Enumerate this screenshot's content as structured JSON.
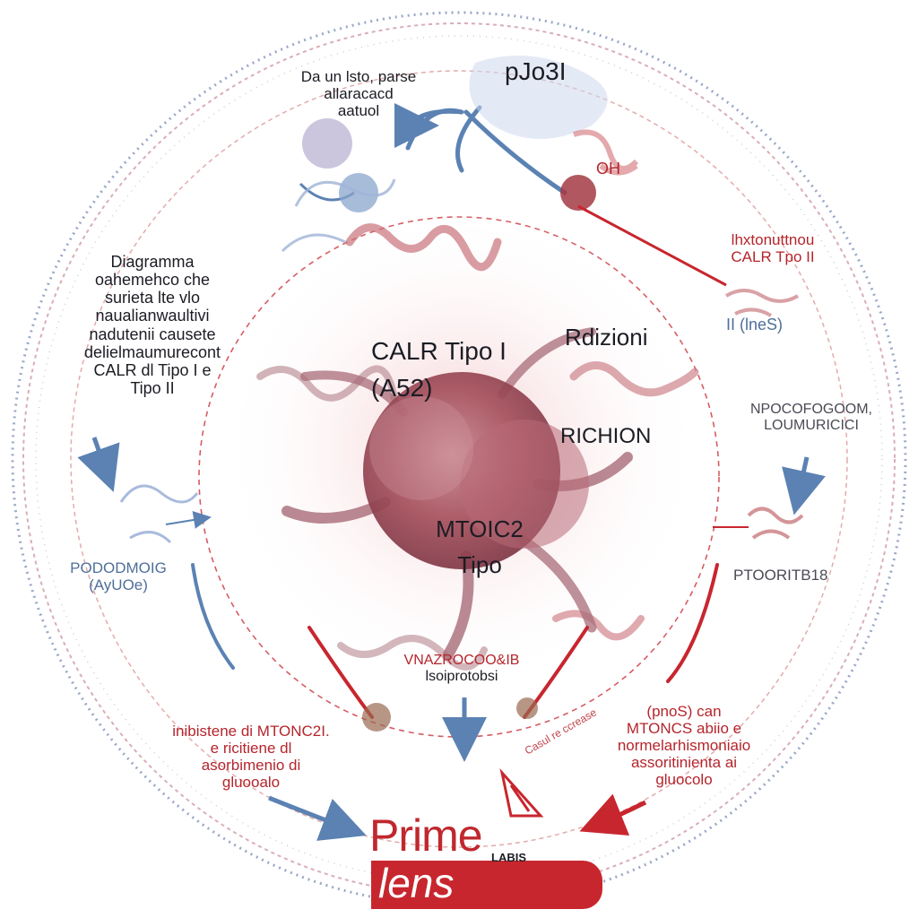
{
  "diagram": {
    "colors": {
      "red": "#c8262e",
      "blue": "#5b82b3",
      "dark": "#1c1c24",
      "ring": "#9aa8c9",
      "cell": "#b8646e"
    },
    "title": [
      "Diagramma",
      "oahemehco  che",
      "surieta lte vlo",
      "naualianwaultivi",
      "nadutenii  causete",
      "delielmaumurecont",
      "CALR dl Tipo I e",
      "Tipo II"
    ],
    "top_left": [
      "Da un lsto,  parse",
      "allaracacd",
      "aatuol"
    ],
    "top_right_title": "pJo3I",
    "top_right_text": "OH",
    "right_red": [
      "lhxtonuttnou",
      "CALR Tpo II"
    ],
    "right_blue": "II (lneS)",
    "right_mid": [
      "NPOCOFOGOOM,",
      "LOUMURICICI"
    ],
    "right_lower": "PTOORITB18",
    "left_lower": [
      "PODODMOIG",
      "(AyUOe)"
    ],
    "center": {
      "type1": [
        "CALR Tipo I",
        "(A52)"
      ],
      "add": "Rdizioni",
      "rich": "RICHION",
      "mito": [
        "MTOIC2",
        "Tipo"
      ]
    },
    "bottom_center": [
      "VNAZROCOO&IB",
      "lsoiprotobsi"
    ],
    "bottom_left": [
      "inibistene di MTONC2I.",
      "e ricitiene dl",
      "asorbimenio di",
      "gluooalo"
    ],
    "bottom_right": [
      "(pnoS) can",
      "MTONCS abiio e",
      "normelarhismoniaio",
      "assoritinienta ai",
      "gluocolo"
    ],
    "bottom_small_right": "Casul re ccrease",
    "brand": {
      "part_a": "Prime",
      "part_b": "lens",
      "sub": "LABIS"
    }
  }
}
